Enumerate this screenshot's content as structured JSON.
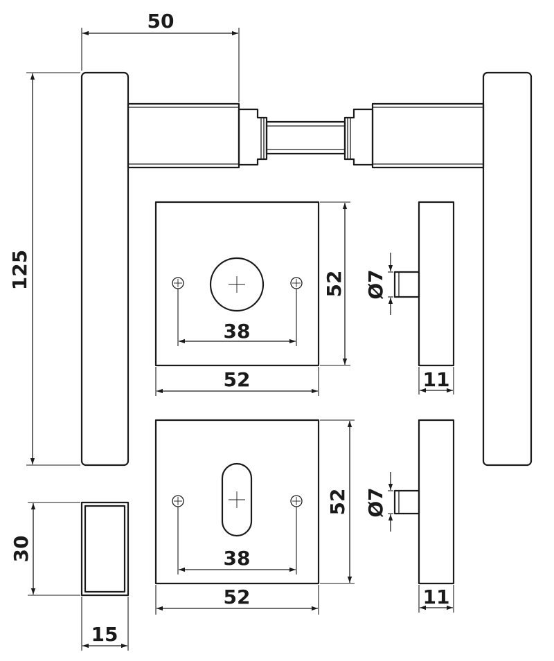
{
  "dimensions": {
    "handle_projection": "50",
    "handle_length": "125",
    "rose_plate_height_top": "52",
    "rose_plate_width_top": "52",
    "rose_hole_spacing_top": "38",
    "rose_plate_height_bottom": "52",
    "rose_plate_width_bottom": "52",
    "rose_hole_spacing_bottom": "38",
    "pin_diameter_top": "Ø7",
    "pin_diameter_bottom": "Ø7",
    "plate_thickness_top": "11",
    "plate_thickness_bottom": "11",
    "tube_height": "30",
    "tube_width": "15"
  },
  "colors": {
    "line": "#1a1a1a",
    "background": "#ffffff"
  }
}
